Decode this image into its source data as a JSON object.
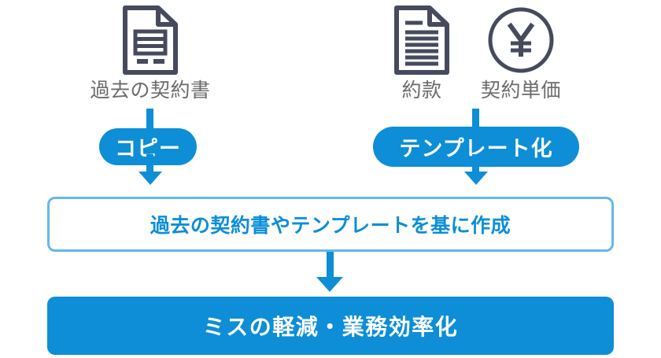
{
  "diagram": {
    "type": "flowchart",
    "background_color": "#ffffff",
    "accent_color": "#0d8ed6",
    "light_accent_color": "#64b8e8",
    "icon_color": "#464a5c",
    "label_color": "#6b6b6b",
    "sources": [
      {
        "id": "past-contract",
        "icon": "document-lined-icon",
        "label": "過去の契約書"
      },
      {
        "id": "terms",
        "icon": "document-text-icon",
        "label": "約款"
      },
      {
        "id": "unit-price",
        "icon": "yen-circle-icon",
        "label": "契約単価"
      }
    ],
    "actions": [
      {
        "id": "copy",
        "label": "コピー"
      },
      {
        "id": "template",
        "label": "テンプレート化"
      }
    ],
    "steps": [
      {
        "id": "create",
        "label": "過去の契約書やテンプレートを基に作成",
        "style": "outlined"
      },
      {
        "id": "result",
        "label": "ミスの軽減・業務効率化",
        "style": "filled"
      }
    ]
  }
}
